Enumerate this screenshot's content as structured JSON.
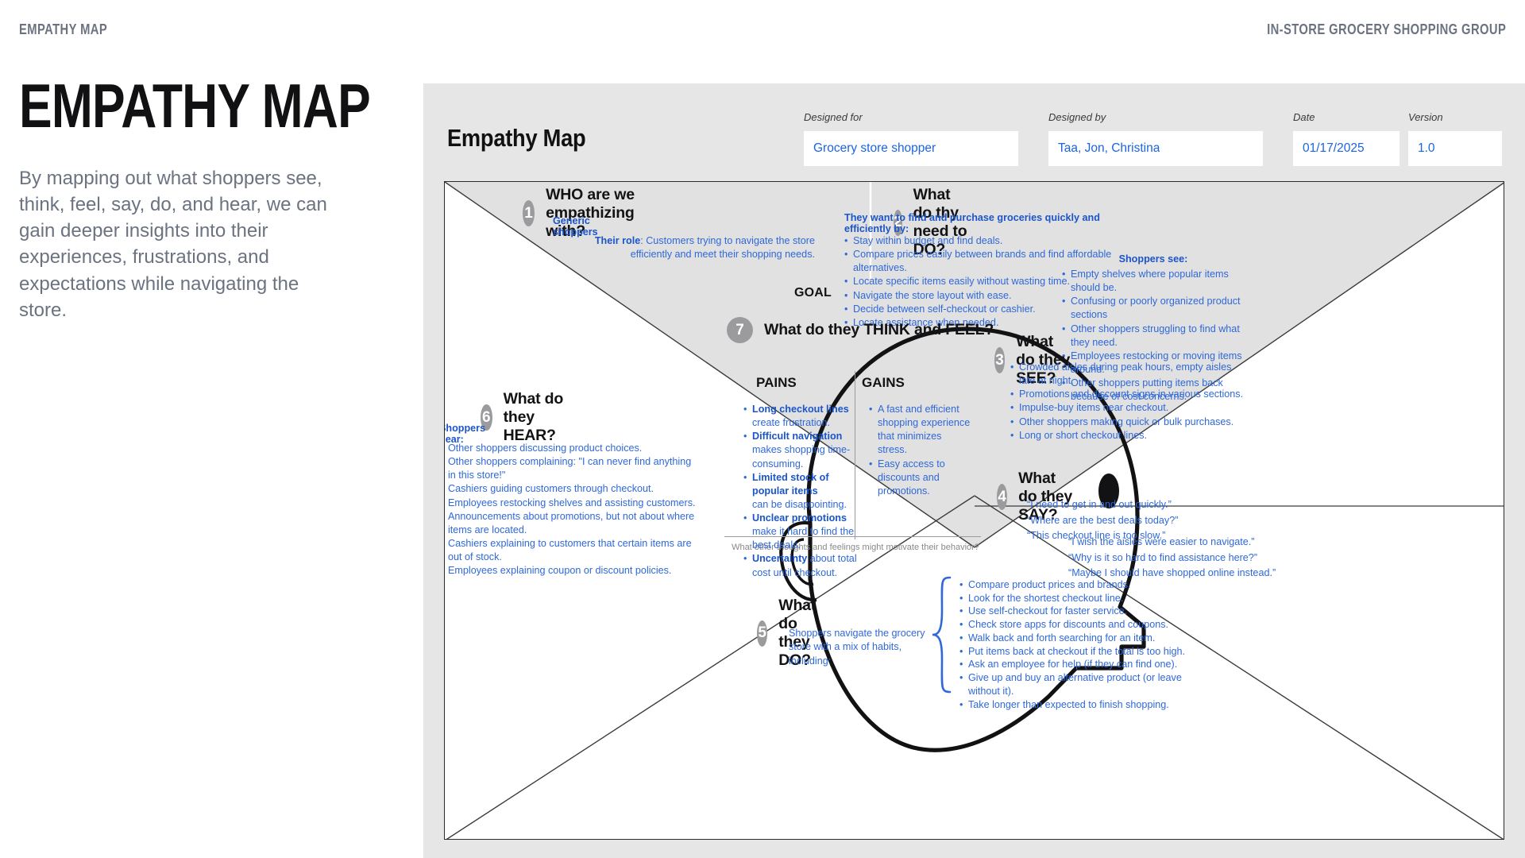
{
  "topbar": {
    "left_label": "EMPATHY MAP",
    "right_label": "IN-STORE GROCERY SHOPPING GROUP"
  },
  "left_panel": {
    "title": "EMPATHY MAP",
    "lead": "By mapping out what shoppers see, think, feel, say, do, and hear, we can gain deeper insights into their experiences, frustrations, and expectations while navigating the store."
  },
  "card": {
    "title": "Empathy Map",
    "fields": [
      {
        "label": "Designed for",
        "value": "Grocery store shopper"
      },
      {
        "label": "Designed by",
        "value": "Taa, Jon, Christina"
      },
      {
        "label": "Date",
        "value": "01/17/2025"
      },
      {
        "label": "Version",
        "value": "1.0"
      }
    ]
  },
  "canvas": {
    "goal_label": "GOAL",
    "section1": {
      "number": "1",
      "question": "WHO are we empathizing with?",
      "subtitle": "Generic shoppers",
      "role_label": "Their role",
      "role_text": ": Customers trying to navigate the store efficiently and meet their shopping needs."
    },
    "section2": {
      "number": "2",
      "question": "What do thy need to DO?",
      "intro": "They want to find and purchase groceries quickly and efficiently by:",
      "items": [
        "Stay within budget and find deals.",
        "Compare prices easily between brands and find affordable alternatives.",
        "Locate specific items easily without wasting time.",
        "Navigate the store layout with ease.",
        "Decide between self-checkout or cashier.",
        "Locate assistance when needed."
      ]
    },
    "shoppers_see": {
      "heading": "Shoppers see:",
      "items": [
        "Empty shelves where popular items should be.",
        "Confusing or poorly organized product sections",
        "Other shoppers struggling to find what they need.",
        "Employees restocking or moving items around.",
        "Other shoppers putting items back because of cost concerns."
      ]
    },
    "section3": {
      "number": "3",
      "question": "What do they SEE?",
      "items": [
        "Crowded aisles during peak hours, empty aisles late at night.",
        "Promotions and discount signs in various sections.",
        "Impulse-buy items near checkout.",
        "Other shoppers making quick or bulk purchases.",
        "Long or short checkout lines."
      ]
    },
    "section7": {
      "number": "7",
      "question": "What do they THINK and FEEL?",
      "pains_label": "PAINS",
      "gains_label": "GAINS",
      "footer": "What other thoughts and feelings might motivate their behavior?",
      "pains": [
        {
          "bold": "Long checkout lines",
          "rest": "create frustration."
        },
        {
          "bold": "Difficult navigation",
          "rest": "makes shopping time-consuming."
        },
        {
          "bold": "Limited stock of popular items",
          "rest": "can be disappointing."
        },
        {
          "bold": "Unclear promotions",
          "rest": "make it hard to find the best deals."
        },
        {
          "bold": "Uncertainty",
          "rest": " about total cost until checkout.",
          "inline": true
        }
      ],
      "gains": [
        "A fast and efficient shopping experience that minimizes stress.",
        "Easy access to discounts and promotions."
      ]
    },
    "section6": {
      "number": "6",
      "question": "What do they HEAR?",
      "subtitle": "Shoppers hear:",
      "items": [
        "Other shoppers discussing product choices.",
        "Other shoppers complaining: \"I can never find anything in this store!\"",
        "Cashiers guiding customers through checkout.",
        "Employees restocking shelves and assisting customers.",
        "Announcements about promotions, but not about where items are located.",
        "Cashiers explaining to customers that certain items are out of stock.",
        "Employees explaining coupon or discount policies."
      ]
    },
    "section4": {
      "number": "4",
      "question": "What do they SAY?",
      "quotes_group1": [
        "“I need to get in and out quickly.”",
        "“Where are the best deals today?”",
        "“This checkout line is too slow.”"
      ],
      "quotes_group2": [
        "“I wish the aisles were easier to navigate.”",
        "“Why is it so hard to find assistance here?”",
        "“Maybe I should have shopped online instead.”"
      ]
    },
    "section5": {
      "number": "5",
      "question": "What do they DO?",
      "subtitle": "Shoppers navigate the grocery store with a mix of habits, including:",
      "items": [
        "Compare product prices and brands.",
        "Look for the shortest checkout line.",
        "Use self-checkout for faster service.",
        "Check store apps for discounts and coupons.",
        "Walk back and forth searching for an item.",
        "Put items back at checkout if the total is too high.",
        "Ask an employee for help (if they can find one).",
        "Give up and buy an alternative product (or leave without it).",
        "Take longer than expected to finish shopping."
      ]
    }
  },
  "colors": {
    "accent_blue": "#2f68d8",
    "accent_blue_dark": "#1b55c9",
    "field_blue": "#1b64e3",
    "card_bg": "#e6e6e6",
    "shade_gray": "#e1e1e1",
    "badge_gray": "#9b9b9e",
    "muted_text": "#6b7280"
  }
}
